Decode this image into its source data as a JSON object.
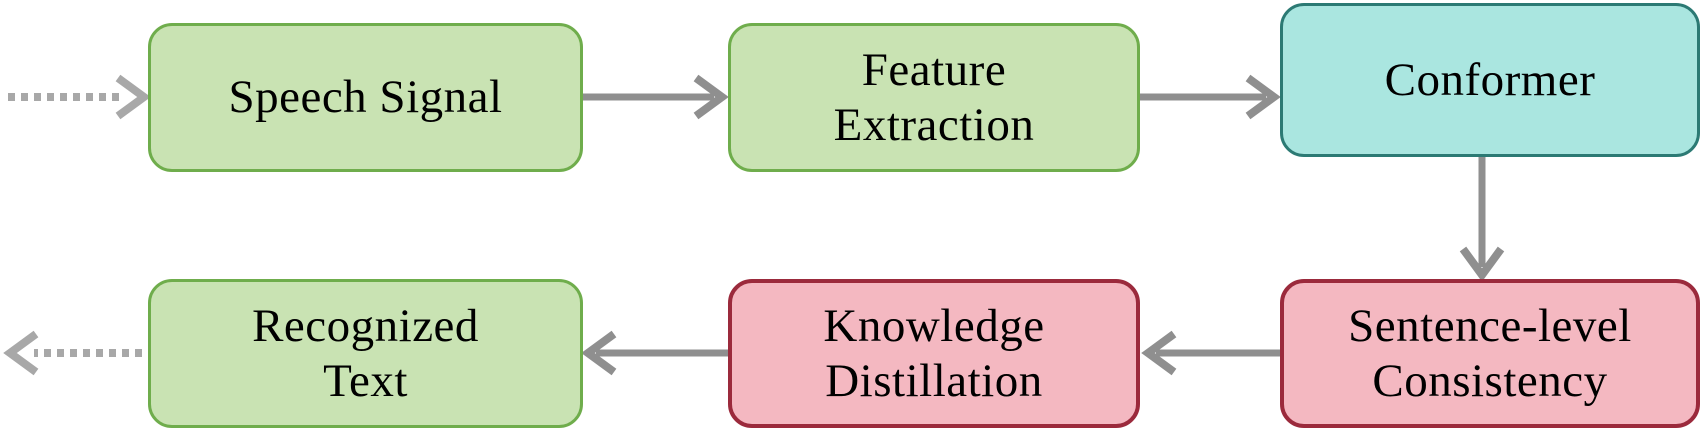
{
  "diagram": {
    "type": "flowchart",
    "nodes": [
      {
        "id": "speech-signal",
        "label": "Speech Signal",
        "fill": "#c9e3b3",
        "border": "#6fad4c",
        "row": "top",
        "column": 1
      },
      {
        "id": "feature-extraction",
        "label": "Feature\nExtraction",
        "fill": "#c9e3b3",
        "border": "#6fad4c",
        "row": "top",
        "column": 2
      },
      {
        "id": "conformer",
        "label": "Conformer",
        "fill": "#aae6e0",
        "border": "#2c7a74",
        "row": "top",
        "column": 3
      },
      {
        "id": "recognized-text",
        "label": "Recognized\nText",
        "fill": "#c9e3b3",
        "border": "#6fad4c",
        "row": "bottom",
        "column": 1
      },
      {
        "id": "knowledge-distillation",
        "label": "Knowledge\nDistillation",
        "fill": "#f4b8c1",
        "border": "#9b2a3c",
        "row": "bottom",
        "column": 2
      },
      {
        "id": "sentence-level-consistency",
        "label": "Sentence-level\nConsistency",
        "fill": "#f4b8c1",
        "border": "#9b2a3c",
        "row": "bottom",
        "column": 3
      }
    ],
    "connectors": [
      {
        "name": "input-dotted-arrow",
        "style": "dotted",
        "from": "external-input",
        "to": "speech-signal",
        "direction": "right"
      },
      {
        "name": "arrow-speech-to-feature",
        "style": "solid",
        "from": "speech-signal",
        "to": "feature-extraction",
        "direction": "right"
      },
      {
        "name": "arrow-feature-to-conformer",
        "style": "solid",
        "from": "feature-extraction",
        "to": "conformer",
        "direction": "right"
      },
      {
        "name": "arrow-conformer-to-consistency",
        "style": "solid",
        "from": "conformer",
        "to": "sentence-level-consistency",
        "direction": "down"
      },
      {
        "name": "arrow-consistency-to-distillation",
        "style": "solid",
        "from": "sentence-level-consistency",
        "to": "knowledge-distillation",
        "direction": "left"
      },
      {
        "name": "arrow-distillation-to-recognized",
        "style": "solid",
        "from": "knowledge-distillation",
        "to": "recognized-text",
        "direction": "left"
      },
      {
        "name": "output-dotted-arrow",
        "style": "dotted",
        "from": "recognized-text",
        "to": "external-output",
        "direction": "left"
      }
    ],
    "colors": {
      "arrow_solid": "#8f8f8f",
      "arrow_dotted": "#a8a8a8",
      "text": "#000000",
      "background": "#ffffff"
    }
  }
}
